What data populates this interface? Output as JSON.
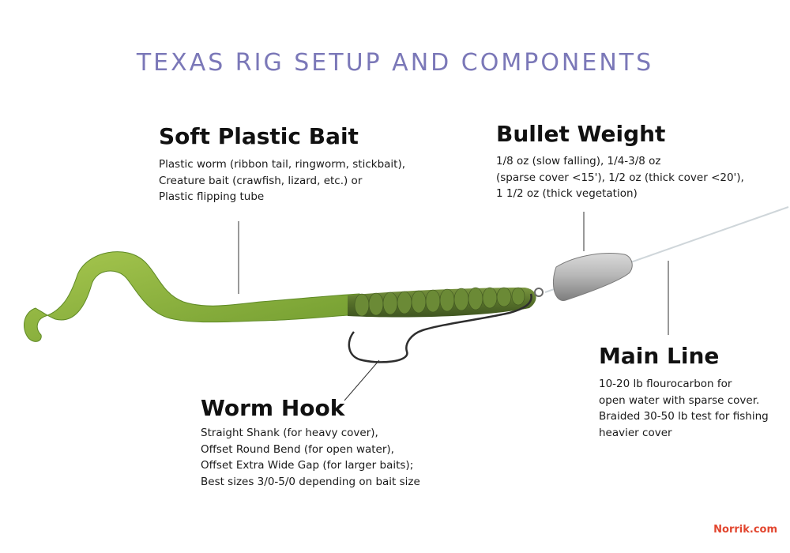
{
  "title": "TEXAS RIG SETUP AND COMPONENTS",
  "components": {
    "bait": {
      "heading": "Soft Plastic Bait",
      "lines": [
        "Plastic worm (ribbon tail, ringworm, stickbait),",
        "Creature bait (crawfish, lizard, etc.) or",
        "Plastic flipping tube"
      ]
    },
    "weight": {
      "heading": "Bullet Weight",
      "lines": [
        "1/8 oz (slow falling), 1/4-3/8 oz",
        "(sparse cover <15'), 1/2 oz (thick cover <20'),",
        "1 1/2 oz (thick vegetation)"
      ]
    },
    "line": {
      "heading": "Main Line",
      "lines": [
        "10-20 lb flourocarbon for",
        "open water with sparse cover.",
        "Braided 30-50 lb test for fishing",
        "heavier cover"
      ]
    },
    "hook": {
      "heading": "Worm Hook",
      "lines": [
        "Straight Shank (for heavy cover),",
        "Offset Round Bend (for open water),",
        "Offset Extra Wide Gap (for larger baits);",
        "Best sizes 3/0-5/0 depending on bait size"
      ]
    }
  },
  "brand": "Norrik.com",
  "colors": {
    "title": "#7b78b8",
    "worm": "#5b7a2a",
    "brand": "#e2462f"
  }
}
